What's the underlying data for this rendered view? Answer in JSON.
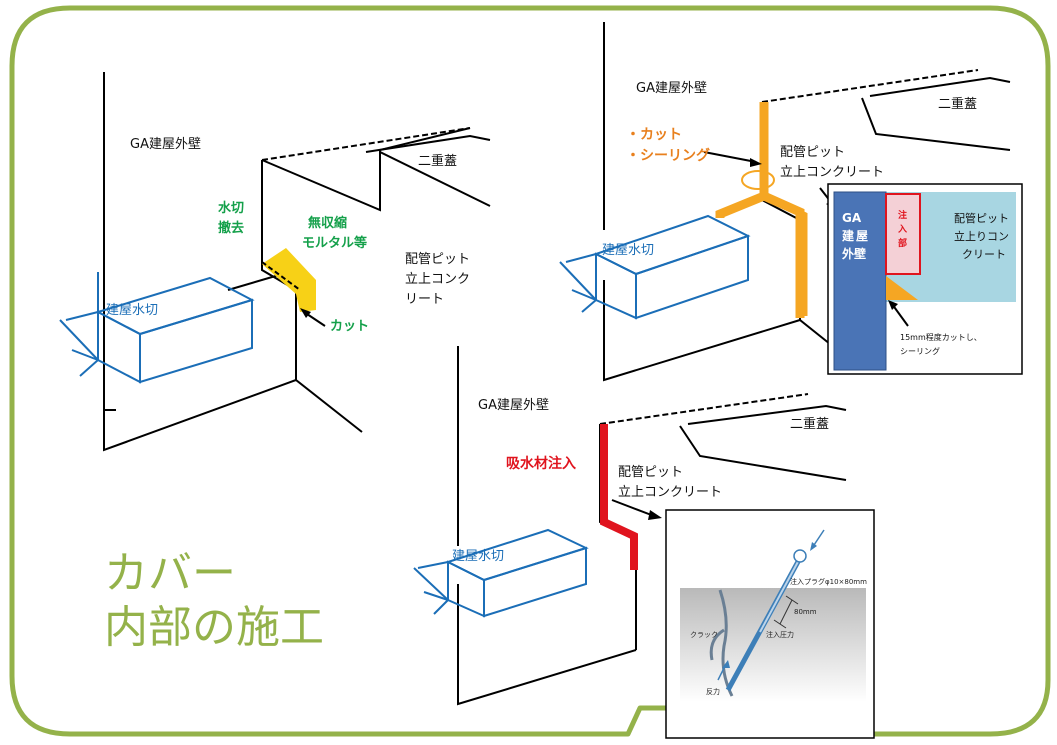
{
  "colors": {
    "frame": "#94b24a",
    "sill": "#1b6eb7",
    "highlight_yellow": "#f7d117",
    "sealing_orange": "#f5a623",
    "absorbent_red": "#e0141e",
    "wall_blue": "#4a74b6",
    "concrete_light_blue": "#a8d6e2"
  },
  "title": {
    "line1": "カバー",
    "line2": "内部の施工"
  },
  "panel1": {
    "wall": "GA建屋外壁",
    "lid": "二重蓋",
    "sill": "建屋水切",
    "remove_label_1": "水切",
    "remove_label_2": "撤去",
    "mortar_label_1": "無収縮",
    "mortar_label_2": "モルタル等",
    "cut": "カット",
    "pit_1": "配管ピット",
    "pit_2": "立上コンク",
    "pit_3": "リート"
  },
  "panel2": {
    "wall": "GA建屋外壁",
    "lid": "二重蓋",
    "sill": "建屋水切",
    "cut": "・カット",
    "sealing": "・シーリング",
    "pit_1": "配管ピット",
    "pit_2": "立上コンクリート",
    "inset": {
      "wall_1": "GA",
      "wall_2": "建",
      "wall_3": "屋",
      "wall_4": "外壁",
      "inject_1": "注",
      "inject_2": "入",
      "inject_3": "部",
      "pit_1": "配管ピット",
      "pit_2": "立上りコン",
      "pit_3": "クリート",
      "note_1": "15mm程度カットし、",
      "note_2": "シーリング"
    }
  },
  "panel3": {
    "wall": "GA建屋外壁",
    "lid": "二重蓋",
    "sill": "建屋水切",
    "absorbent": "吸水材注入",
    "pit_1": "配管ピット",
    "pit_2": "立上コンクリート",
    "inset": {
      "plug": "注入プラグφ10×80mm",
      "depth": "80mm",
      "crack": "クラック",
      "pressure": "注入圧力",
      "reaction": "反力"
    }
  }
}
